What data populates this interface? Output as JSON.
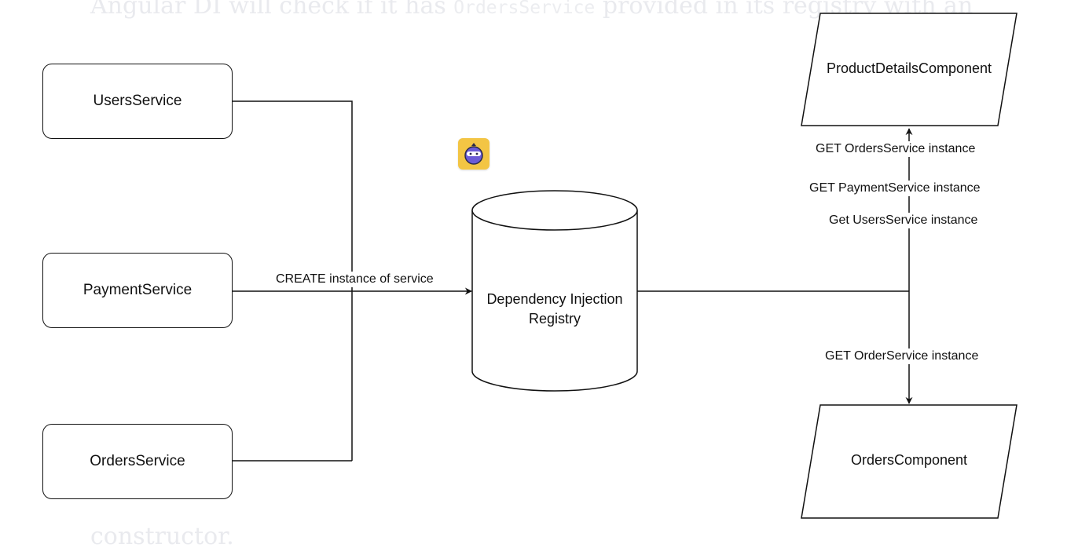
{
  "background_text": {
    "top_line_part1": "Angular DI will check if it has ",
    "top_line_code": "OrdersService",
    "top_line_part2": " provided in its registry with an",
    "bottom_line": "constructor."
  },
  "services": [
    {
      "label": "UsersService"
    },
    {
      "label": "PaymentService"
    },
    {
      "label": "OrdersService"
    }
  ],
  "registry": {
    "line1": "Dependency Injection",
    "line2": "Registry"
  },
  "components": {
    "product_details": "ProductDetailsComponent",
    "orders": "OrdersComponent"
  },
  "edge_labels": {
    "create": "CREATE instance of service",
    "get_orders_service": "GET OrdersService instance",
    "get_payment_service": "GET PaymentService instance",
    "get_users_service": "Get UsersService instance",
    "get_order_service": "GET OrderService instance"
  },
  "colors": {
    "stroke": "#111111",
    "badge": "#f3c544",
    "badge_face": "#6b5bd6",
    "background_text": "#e9eaee"
  },
  "icons": {
    "badge": "ninja-icon"
  }
}
